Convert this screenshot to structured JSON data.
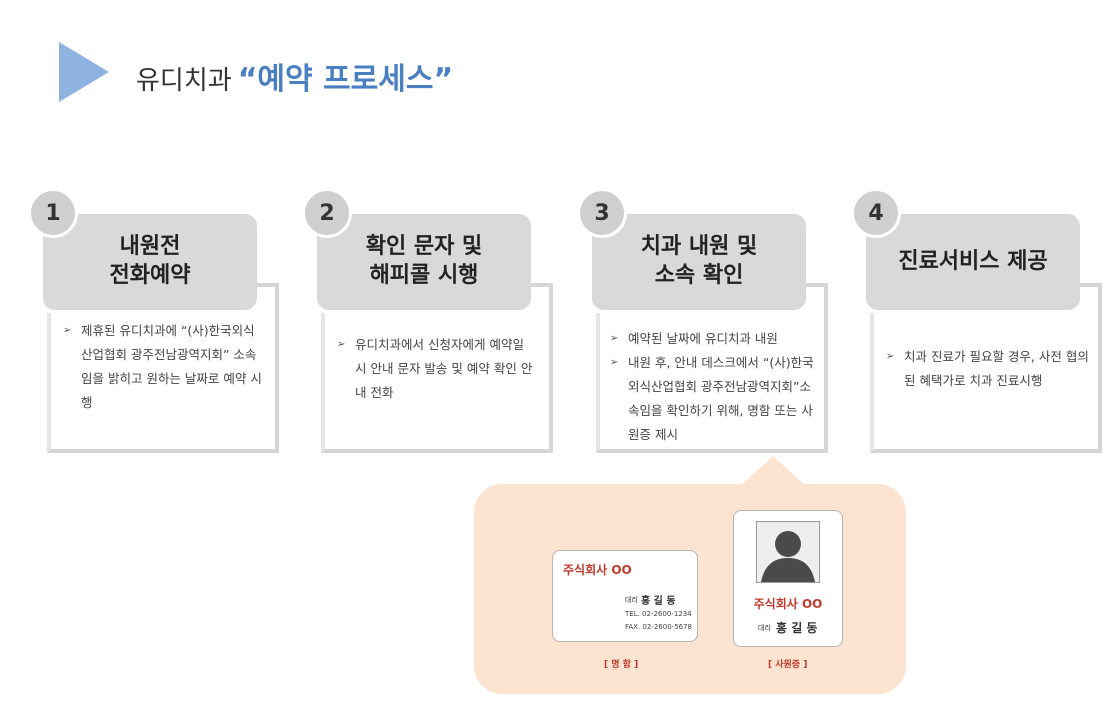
{
  "header": {
    "prefix": "유디치과",
    "accent": "“예약 프로세스”"
  },
  "steps": [
    {
      "num": "1",
      "title_line1": "내원전",
      "title_line2": "전화예약",
      "bullets": [
        "제휴된 유디치과에 “(사)한국외식산업협회 광주전남광역지회” 소속임을 밝히고 원하는 날짜로 예약 시행"
      ]
    },
    {
      "num": "2",
      "title_line1": "확인 문자 및",
      "title_line2": "해피콜 시행",
      "bullets": [
        "유디치과에서 신청자에게 예약일 시 안내 문자 발송 및 예약 확인 안내 전화"
      ]
    },
    {
      "num": "3",
      "title_line1": "치과 내원 및",
      "title_line2": "소속 확인",
      "bullets": [
        "예약된 날짜에 유디치과 내원",
        "내원 후, 안내 데스크에서 “(사)한국외식산업협회 광주전남광역지회”소속임을 확인하기 위해, 명함 또는 사원증 제시"
      ]
    },
    {
      "num": "4",
      "title_line1": "진료서비스 제공",
      "title_line2": "",
      "bullets": [
        "치과 진료가 필요할 경우, 사전 협의된 혜택가로 치과 진료시행"
      ]
    }
  ],
  "business_card": {
    "company": "주식회사 OO",
    "title": "대리",
    "name": "홍 길 동",
    "tel": "TEL. 02-2600-1234",
    "fax": "FAX. 02-2600-5678",
    "caption": "[ 명 함 ]"
  },
  "id_card": {
    "company": "주식회사 OO",
    "title": "대리",
    "name": "홍 길 동",
    "caption": "[ 사원증 ]"
  },
  "colors": {
    "accent": "#4a7fc1",
    "triangle": "#8fb3e0",
    "card_grey": "#d9d9d9",
    "callout_bg": "#fde4d0",
    "company_red": "#c0392b"
  }
}
